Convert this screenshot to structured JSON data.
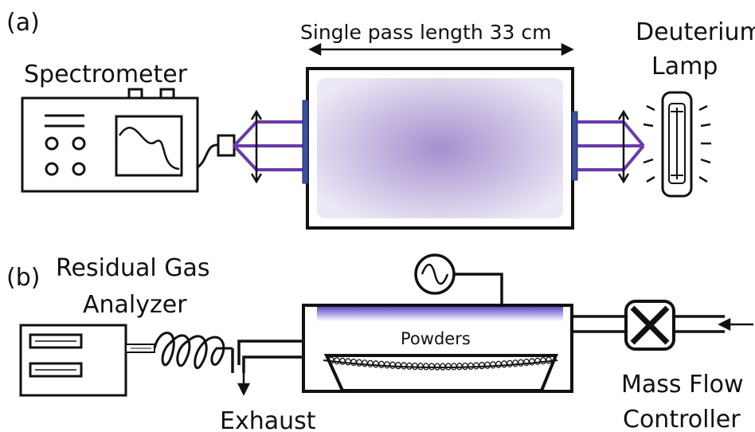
{
  "panel_a": {
    "label": "(a)",
    "spectrometer_label": "Spectrometer",
    "single_pass_label": "Single pass length 33 cm",
    "lamp_label_line1": "Deuterium",
    "lamp_label_line2": "Lamp"
  },
  "panel_b": {
    "label": "(b)",
    "rga_label_line1": "Residual Gas",
    "rga_label_line2": "Analyzer",
    "powders_label": "Powders",
    "exhaust_label": "Exhaust",
    "mfc_label_line1": "Mass Flow",
    "mfc_label_line2": "Controller"
  },
  "colors": {
    "beam": "#6a3aa8",
    "plasma_center": "#a58fcf",
    "plasma_edge": "#e9e4f4",
    "window": "#3a4fa0",
    "plasma_strip": "#5c4ad0",
    "line": "#111111"
  }
}
